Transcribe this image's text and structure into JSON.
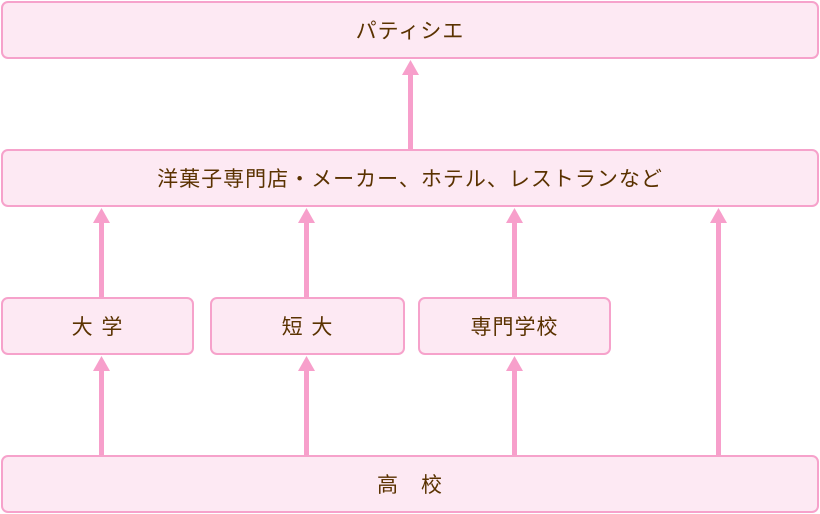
{
  "colors": {
    "box_fill": "#fde9f3",
    "box_border": "#f6a2cb",
    "arrow": "#f79fcb",
    "text": "#5a3200"
  },
  "nodes": {
    "patissier": "パティシエ",
    "employers": "洋菓子専門店・メーカー、ホテル、レストランなど",
    "university": "大 学",
    "junior_college": "短 大",
    "vocational_school": "専門学校",
    "high_school": "高　校"
  }
}
